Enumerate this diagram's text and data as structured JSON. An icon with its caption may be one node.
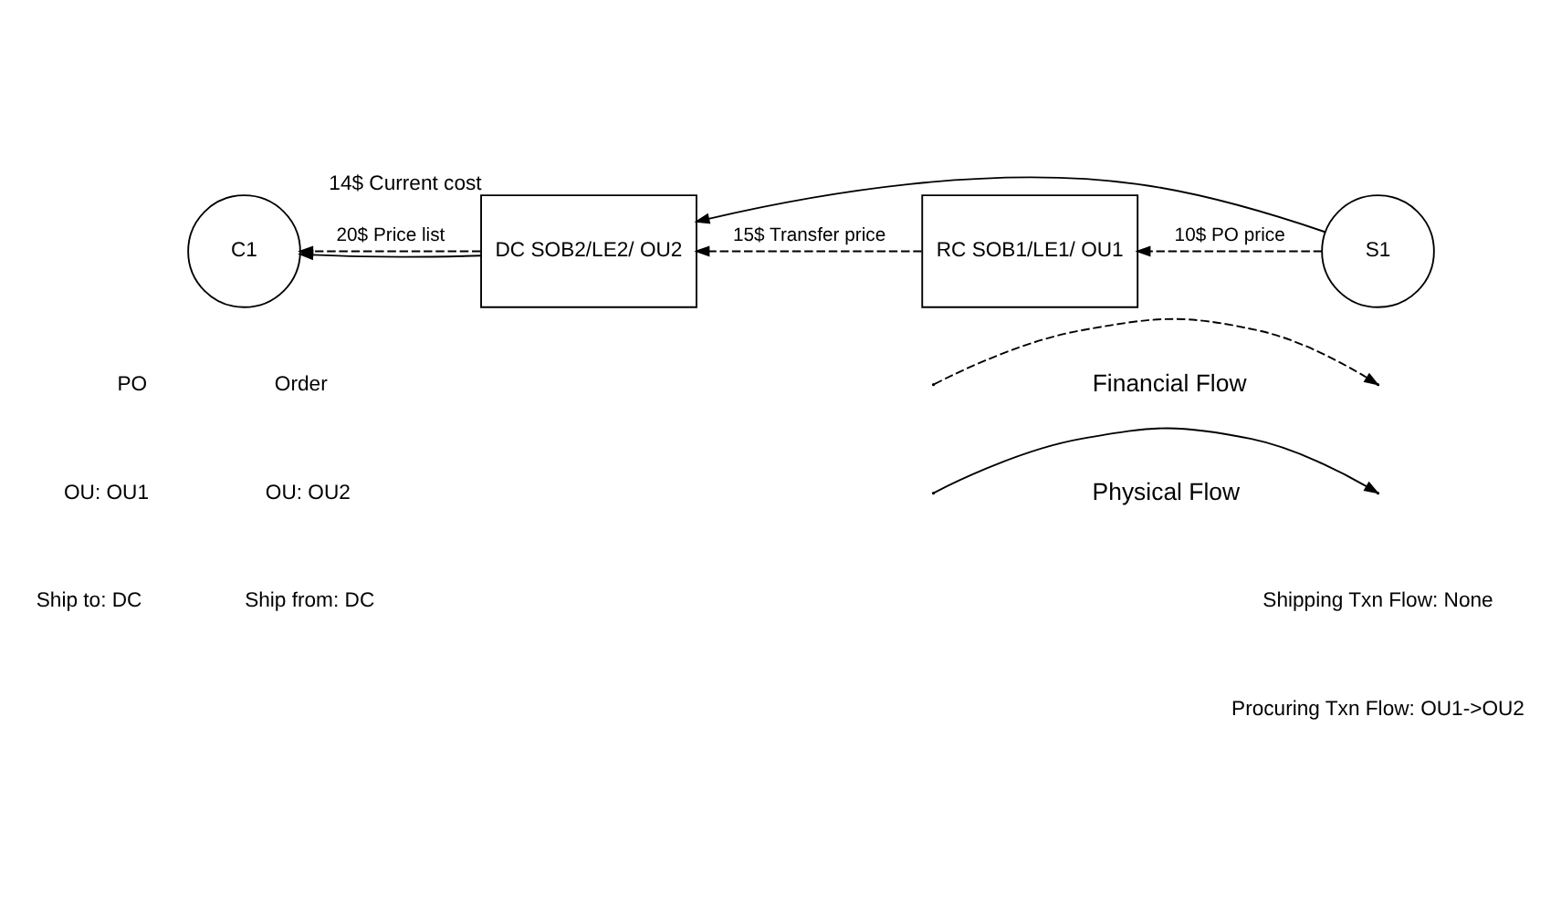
{
  "diagram": {
    "nodes": [
      {
        "text": [
          "C1"
        ]
      },
      {
        "text": [
          "DC SOB2/LE2/ OU2"
        ],
        "beside": [
          "14$ Current cost"
        ]
      },
      {
        "text": [
          "RC SOB1/LE1/ OU1"
        ]
      },
      {
        "text": [
          "S1"
        ]
      }
    ],
    "edges": [
      {
        "from": 3,
        "to": 2,
        "arrow": "to",
        "style": "dashed",
        "label": "10$ PO price"
      },
      {
        "from": 2,
        "to": 1,
        "arrow": "to",
        "style": "dashed",
        "label": "15$ Transfer price"
      },
      {
        "from": 1,
        "to": 0,
        "arrow": "to",
        "style": "dashed",
        "label": "20$ Price list"
      },
      {
        "from": 1,
        "to": 0,
        "arrow": "to"
      },
      {
        "from": 3,
        "to": 1,
        "arrow": "to"
      }
    ],
    "labels": [
      "PO",
      "OU: OU1",
      "Ship to: DC",
      "Order",
      "OU: OU2",
      "Ship from: DC",
      "Shipping Txn Flow: None",
      "Procuring Txn Flow: OU1->OU2"
    ],
    "legend": [
      {
        "text": "Financial Flow"
      },
      {
        "text": "Physical Flow"
      }
    ]
  }
}
